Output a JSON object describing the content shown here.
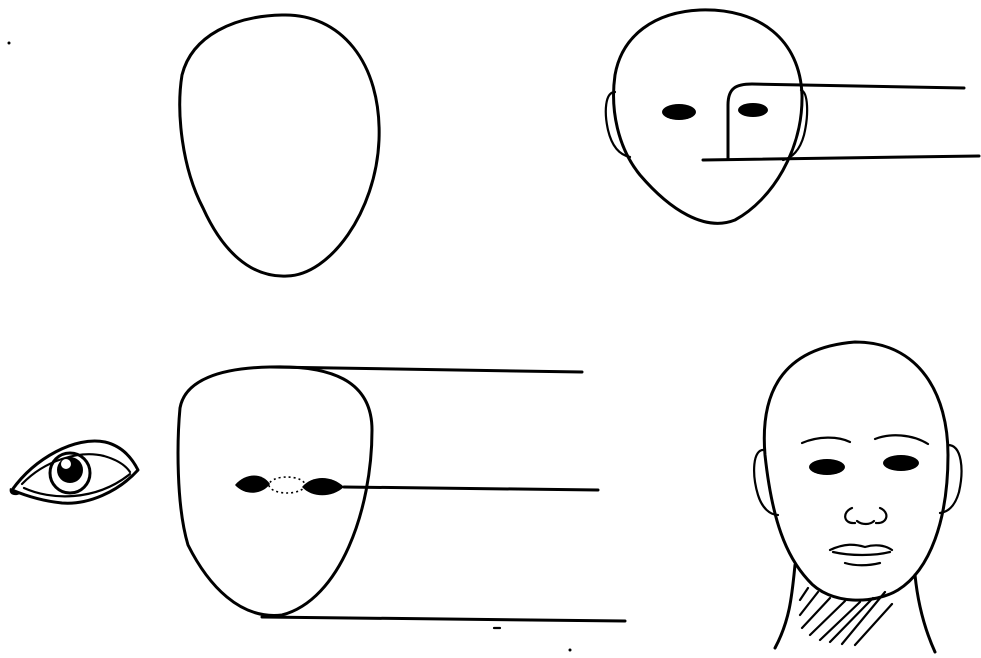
{
  "diagram": {
    "panels": [
      {
        "id": "face-outline",
        "label": ""
      },
      {
        "id": "face-proportion-lines",
        "label": ""
      },
      {
        "id": "face-eye-line",
        "label": ""
      },
      {
        "id": "finished-head",
        "label": ""
      }
    ],
    "stroke_color": "#000000",
    "background_color": "#ffffff"
  }
}
